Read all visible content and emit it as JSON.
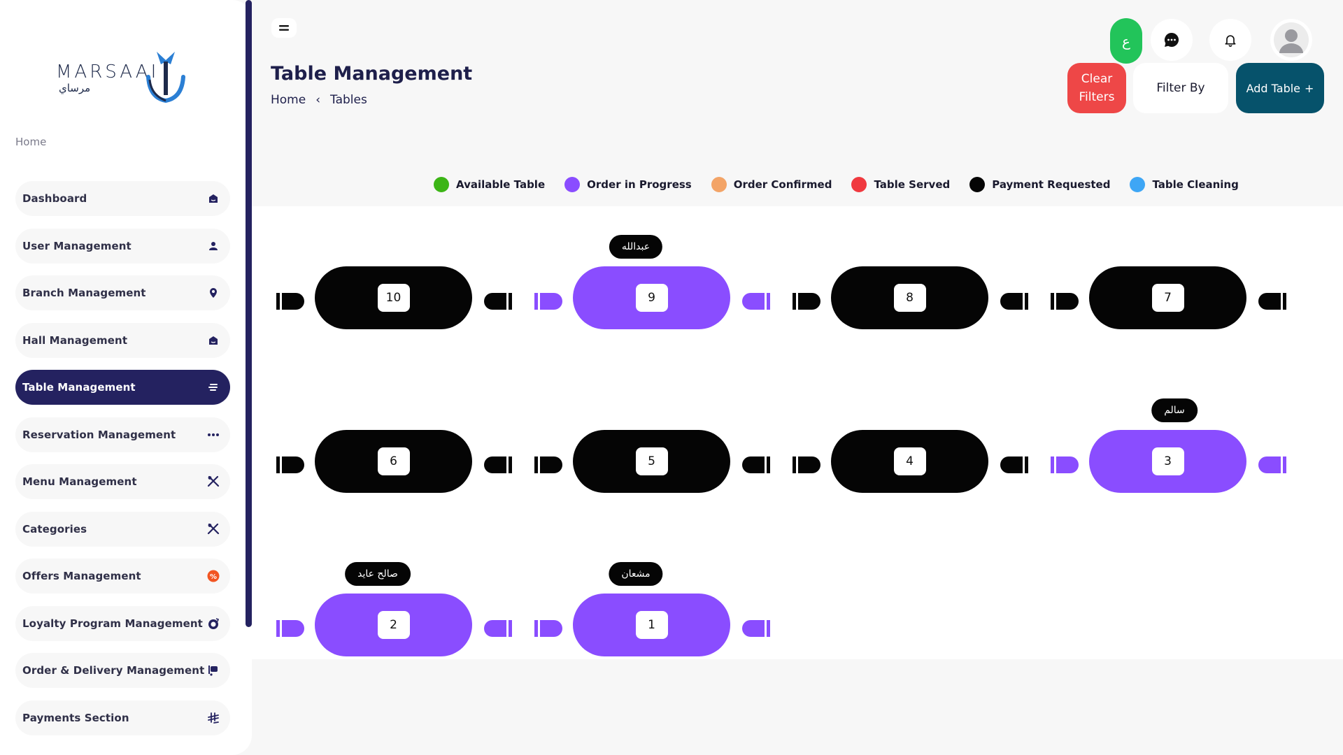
{
  "brand": {
    "name": "MARSAAI",
    "arabic": "مرساي"
  },
  "sidebar": {
    "section_label": "Home",
    "items": [
      {
        "label": "Dashboard",
        "icon": "dashboard-icon",
        "active": false
      },
      {
        "label": "User Management",
        "icon": "user-icon",
        "active": false
      },
      {
        "label": "Branch Management",
        "icon": "location-pin-icon",
        "active": false
      },
      {
        "label": "Hall Management",
        "icon": "hall-icon",
        "active": false
      },
      {
        "label": "Table Management",
        "icon": "list-icon",
        "active": true
      },
      {
        "label": "Reservation Management",
        "icon": "more-dots-icon",
        "active": false
      },
      {
        "label": "Menu Management",
        "icon": "utensils-icon",
        "active": false
      },
      {
        "label": "Categories",
        "icon": "utensils-icon",
        "active": false
      },
      {
        "label": "Offers Management",
        "icon": "percent-badge-icon",
        "active": false
      },
      {
        "label": "Loyalty Program Management",
        "icon": "loyalty-coin-icon",
        "active": false
      },
      {
        "label": "Order & Delivery Management",
        "icon": "delivery-icon",
        "active": false
      },
      {
        "label": "Payments Section",
        "icon": "riyal-currency-icon",
        "active": false
      }
    ]
  },
  "header": {
    "title": "Table Management",
    "breadcrumb": {
      "home": "Home",
      "separator": "‹",
      "current": "Tables"
    },
    "lang_button": "ع",
    "clear_filters_line1": "Clear",
    "clear_filters_line2": "Filters",
    "filter_by": "Filter By",
    "add_table": "Add Table",
    "add_table_plus": "+"
  },
  "legend": [
    {
      "label": "Available Table",
      "color": "#3cb516"
    },
    {
      "label": "Order in Progress",
      "color": "#8a4dff"
    },
    {
      "label": "Order Confirmed",
      "color": "#f3a467"
    },
    {
      "label": "Table Served",
      "color": "#f0393f"
    },
    {
      "label": "Payment Requested",
      "color": "#050505"
    },
    {
      "label": "Table Cleaning",
      "color": "#3ea6f5"
    }
  ],
  "tables": [
    {
      "number": "10",
      "status": "Payment Requested",
      "color": "#050505",
      "customer": ""
    },
    {
      "number": "9",
      "status": "Order in Progress",
      "color": "#8a4dff",
      "customer": "عبدالله"
    },
    {
      "number": "8",
      "status": "Payment Requested",
      "color": "#050505",
      "customer": ""
    },
    {
      "number": "7",
      "status": "Payment Requested",
      "color": "#050505",
      "customer": ""
    },
    {
      "number": "6",
      "status": "Payment Requested",
      "color": "#050505",
      "customer": ""
    },
    {
      "number": "5",
      "status": "Payment Requested",
      "color": "#050505",
      "customer": ""
    },
    {
      "number": "4",
      "status": "Payment Requested",
      "color": "#050505",
      "customer": ""
    },
    {
      "number": "3",
      "status": "Order in Progress",
      "color": "#8a4dff",
      "customer": "سالم"
    },
    {
      "number": "2",
      "status": "Order in Progress",
      "color": "#8a4dff",
      "customer": "صالح عايد"
    },
    {
      "number": "1",
      "status": "Order in Progress",
      "color": "#8a4dff",
      "customer": "مشعان"
    }
  ]
}
